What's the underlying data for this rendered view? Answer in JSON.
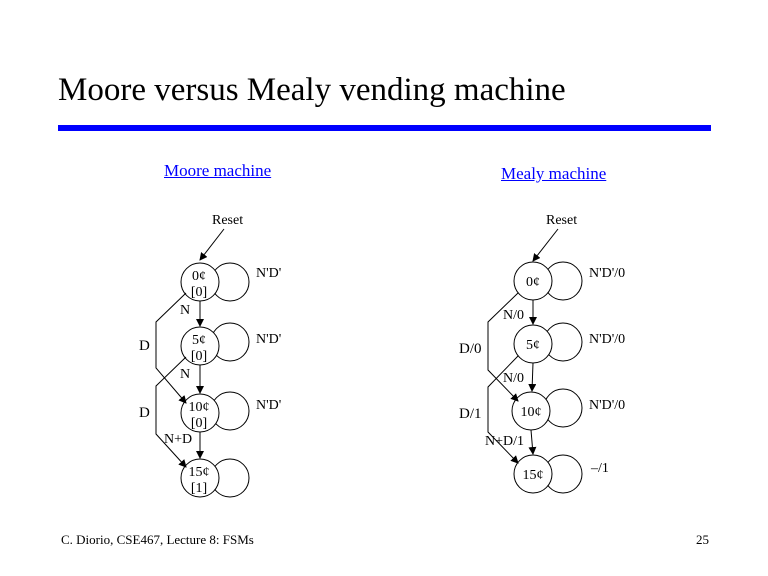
{
  "slide": {
    "title": "Moore versus Mealy vending machine",
    "footer_left": "C. Diorio, CSE467, Lecture 8: FSMs",
    "page_number": "25",
    "rule_color": "#0000ff"
  },
  "moore": {
    "heading": "Moore machine",
    "reset": "Reset",
    "states": [
      {
        "name": "0¢",
        "output": "[0]",
        "self_loop": "N'D'"
      },
      {
        "name": "5¢",
        "output": "[0]",
        "self_loop": "N'D'"
      },
      {
        "name": "10¢",
        "output": "[0]",
        "self_loop": "N'D'"
      },
      {
        "name": "15¢",
        "output": "[1]"
      }
    ],
    "transitions": {
      "n_0_5": "N",
      "n_5_10": "N",
      "nd_10_15": "N+D",
      "d_0_10": "D",
      "d_5_15": "D"
    }
  },
  "mealy": {
    "heading": "Mealy machine",
    "reset": "Reset",
    "states": [
      {
        "name": "0¢",
        "self_loop": "N'D'/0"
      },
      {
        "name": "5¢",
        "self_loop": "N'D'/0"
      },
      {
        "name": "10¢",
        "self_loop": "N'D'/0"
      },
      {
        "name": "15¢",
        "self_loop": "–/1"
      }
    ],
    "transitions": {
      "n_0_5": "N/0",
      "n_5_10": "N/0",
      "nd_10_15": "N+D/1",
      "d_0_10": "D/0",
      "d_5_15": "D/1"
    }
  }
}
